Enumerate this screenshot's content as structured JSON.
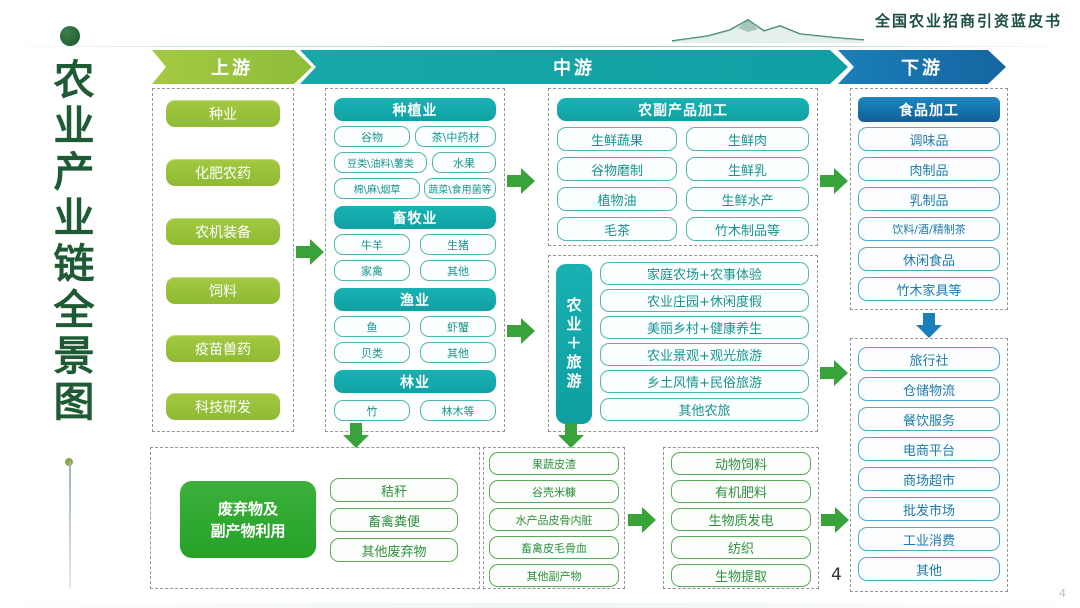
{
  "header": {
    "book_title": "全国农业招商引资蓝皮书",
    "mountain_icon": "mountain-icon"
  },
  "vertical_title": {
    "text": "农业产业链全景图",
    "dot_icon": "bullet-dot-icon"
  },
  "banners": {
    "upstream": "上游",
    "midstream": "中游",
    "downstream": "下游"
  },
  "upstream": {
    "items": [
      "种业",
      "化肥农药",
      "农机装备",
      "饲料",
      "疫苗兽药",
      "科技研发"
    ]
  },
  "midstream": {
    "production": {
      "groups": [
        {
          "header": "种植业",
          "rows": [
            [
              "谷物",
              "茶\\中药材"
            ],
            [
              "豆类\\油料\\薯类",
              "水果"
            ],
            [
              "棉\\麻\\烟草",
              "蔬菜\\食用菌等"
            ]
          ]
        },
        {
          "header": "畜牧业",
          "rows": [
            [
              "牛羊",
              "生猪"
            ],
            [
              "家禽",
              "其他"
            ]
          ]
        },
        {
          "header": "渔业",
          "rows": [
            [
              "鱼",
              "虾蟹"
            ],
            [
              "贝类",
              "其他"
            ]
          ]
        },
        {
          "header": "林业",
          "rows": [
            [
              "竹",
              "林木等"
            ]
          ]
        }
      ]
    },
    "processing": {
      "header": "农副产品加工",
      "rows": [
        [
          "生鲜蔬果",
          "生鲜肉"
        ],
        [
          "谷物磨制",
          "生鲜乳"
        ],
        [
          "植物油",
          "生鲜水产"
        ],
        [
          "毛茶",
          "竹木制品等"
        ]
      ]
    },
    "tourism": {
      "label": "农业＋旅游",
      "items": [
        "家庭农场+农事体验",
        "农业庄园+休闲度假",
        "美丽乡村+健康养生",
        "农业景观+观光旅游",
        "乡土风情+民俗旅游",
        "其他农旅"
      ]
    }
  },
  "downstream": {
    "food_processing": {
      "header": "食品加工",
      "items": [
        "调味品",
        "肉制品",
        "乳制品",
        "饮料/酒/精制茶",
        "休闲食品",
        "竹木家具等"
      ]
    },
    "services": {
      "items": [
        "旅行社",
        "仓储物流",
        "餐饮服务",
        "电商平台",
        "商场超市",
        "批发市场",
        "工业消费",
        "其他"
      ]
    }
  },
  "waste": {
    "block_line1": "废弃物及",
    "block_line2": "副产物利用",
    "sources": [
      "秸秆",
      "畜禽粪便",
      "其他废弃物"
    ],
    "byproducts": [
      "果蔬皮渣",
      "谷壳米糠",
      "水产品皮骨内脏",
      "畜禽皮毛骨血",
      "其他副产物"
    ],
    "uses": [
      "动物饲料",
      "有机肥料",
      "生物质发电",
      "纺织",
      "生物提取"
    ]
  },
  "page": {
    "number": "4",
    "corner_number": "4"
  },
  "colors": {
    "olive": "#8fba33",
    "teal": "#11a0a3",
    "blue": "#1565a0",
    "green_arrow": "#3aa23a",
    "dark_green_title": "#1e5b34",
    "waste_green": "#26a227"
  }
}
